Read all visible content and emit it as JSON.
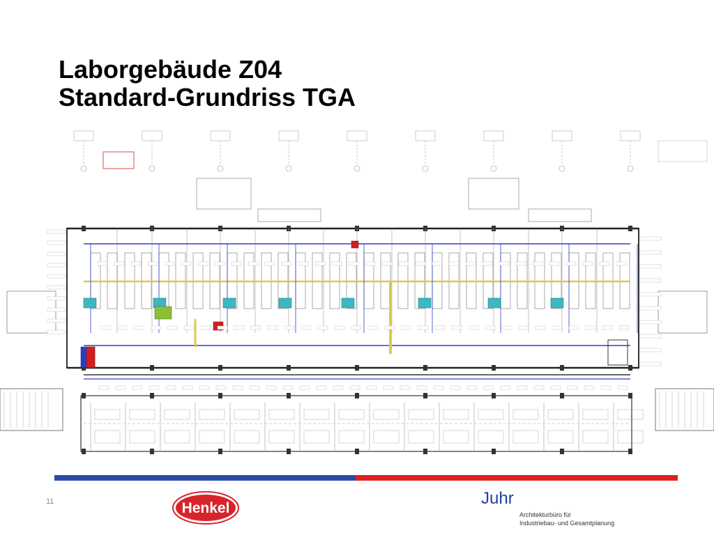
{
  "slide": {
    "title_line1": "Laborgebäude Z04",
    "title_line2": "Standard-Grundriss TGA",
    "page_number": "11"
  },
  "floor_plan": {
    "description_icon": "technical-floor-plan-drawing",
    "colors": {
      "lines": "#555555",
      "supply_duct": "#2a3fc8",
      "exhaust_duct": "#e0c84a",
      "equipment": "#3cb8c0",
      "alert": "#d11f1f",
      "highlight_green": "#8bbf3a"
    }
  },
  "color_bar": {
    "left_color": "#2b4aa8",
    "right_color": "#e02020"
  },
  "logos": {
    "henkel": {
      "text": "Henkel",
      "fill_color": "#d9232a",
      "text_color": "#ffffff"
    },
    "juhr": {
      "name": "Juhr",
      "line1": "Architekturbüro für",
      "line2": "Industriebau- und Gesamtplanung",
      "color": "#1f3f9a"
    }
  }
}
